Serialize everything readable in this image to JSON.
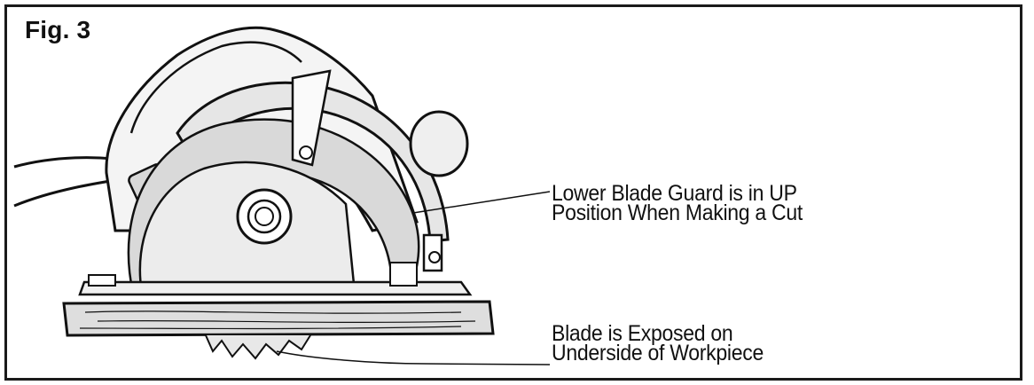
{
  "figure": {
    "title": "Fig. 3"
  },
  "callouts": {
    "lower_blade_guard": {
      "line1": "Lower Blade Guard is in UP",
      "line2": "Position When Making a Cut"
    },
    "blade_exposed": {
      "line1": "Blade is Exposed on",
      "line2": "Underside of Workpiece"
    }
  },
  "colors": {
    "ink": "#111111",
    "shade": "#cfcfcf",
    "wood": "#dedede",
    "background": "#ffffff"
  }
}
